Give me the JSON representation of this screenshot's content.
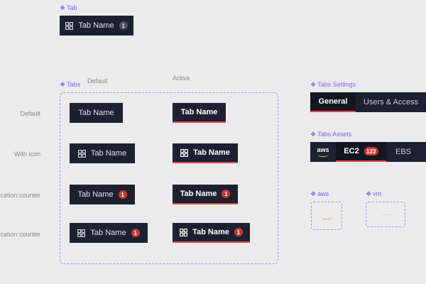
{
  "labels": {
    "tab": "Tab",
    "tabs": "Tabs",
    "tabs_settings": "Tabs Settings",
    "tabs_assets": "Tabs Assets",
    "aws": "aws",
    "vm": "vm",
    "col_default": "Default",
    "col_active": "Active"
  },
  "rows": [
    "Default",
    "With icon",
    "ification counter",
    "ification counter"
  ],
  "tab": {
    "label": "Tab Name",
    "count": "1"
  },
  "settings": {
    "general": "General",
    "users_access": "Users & Access"
  },
  "assets": {
    "aws_logo": "aws",
    "ec2": "EC2",
    "ec2_count": "123",
    "ebs": "EBS"
  },
  "colors": {
    "accent_purple": "#7b61ff",
    "tab_bg": "#1b2130",
    "active_underline": "#e5484d",
    "badge_red": "#c8392f"
  }
}
